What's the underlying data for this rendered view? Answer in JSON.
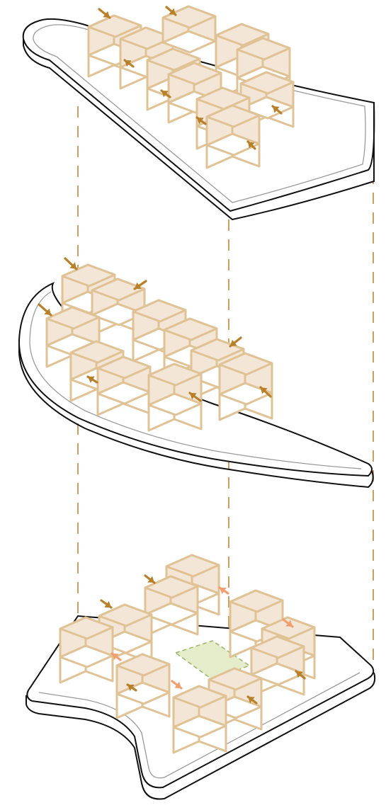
{
  "palette": {
    "background": "#ffffff",
    "outline": "#111111",
    "inner_rim": "#9a9a9a",
    "guide_dash": "#c9a061",
    "box_face": "#f3e6d6",
    "box_edge": "#dfc295",
    "pedestal_fill": "#ffffff",
    "arrow_primary": "#b8802a",
    "arrow_secondary": "#f0a070",
    "courtyard": "#e5ecc9",
    "courtyard_edge": "#9ab366"
  },
  "icons": {
    "inward_arrow": "arrow-icon",
    "platform": "platform-slab",
    "building_block": "isometric-box"
  },
  "diagram": {
    "type": "exploded-axonometric",
    "levels": 3,
    "levels_order": [
      "top-triangular-platform",
      "middle-teardrop-platform",
      "bottom-courtyard-platform"
    ],
    "guide_lines": 3
  }
}
